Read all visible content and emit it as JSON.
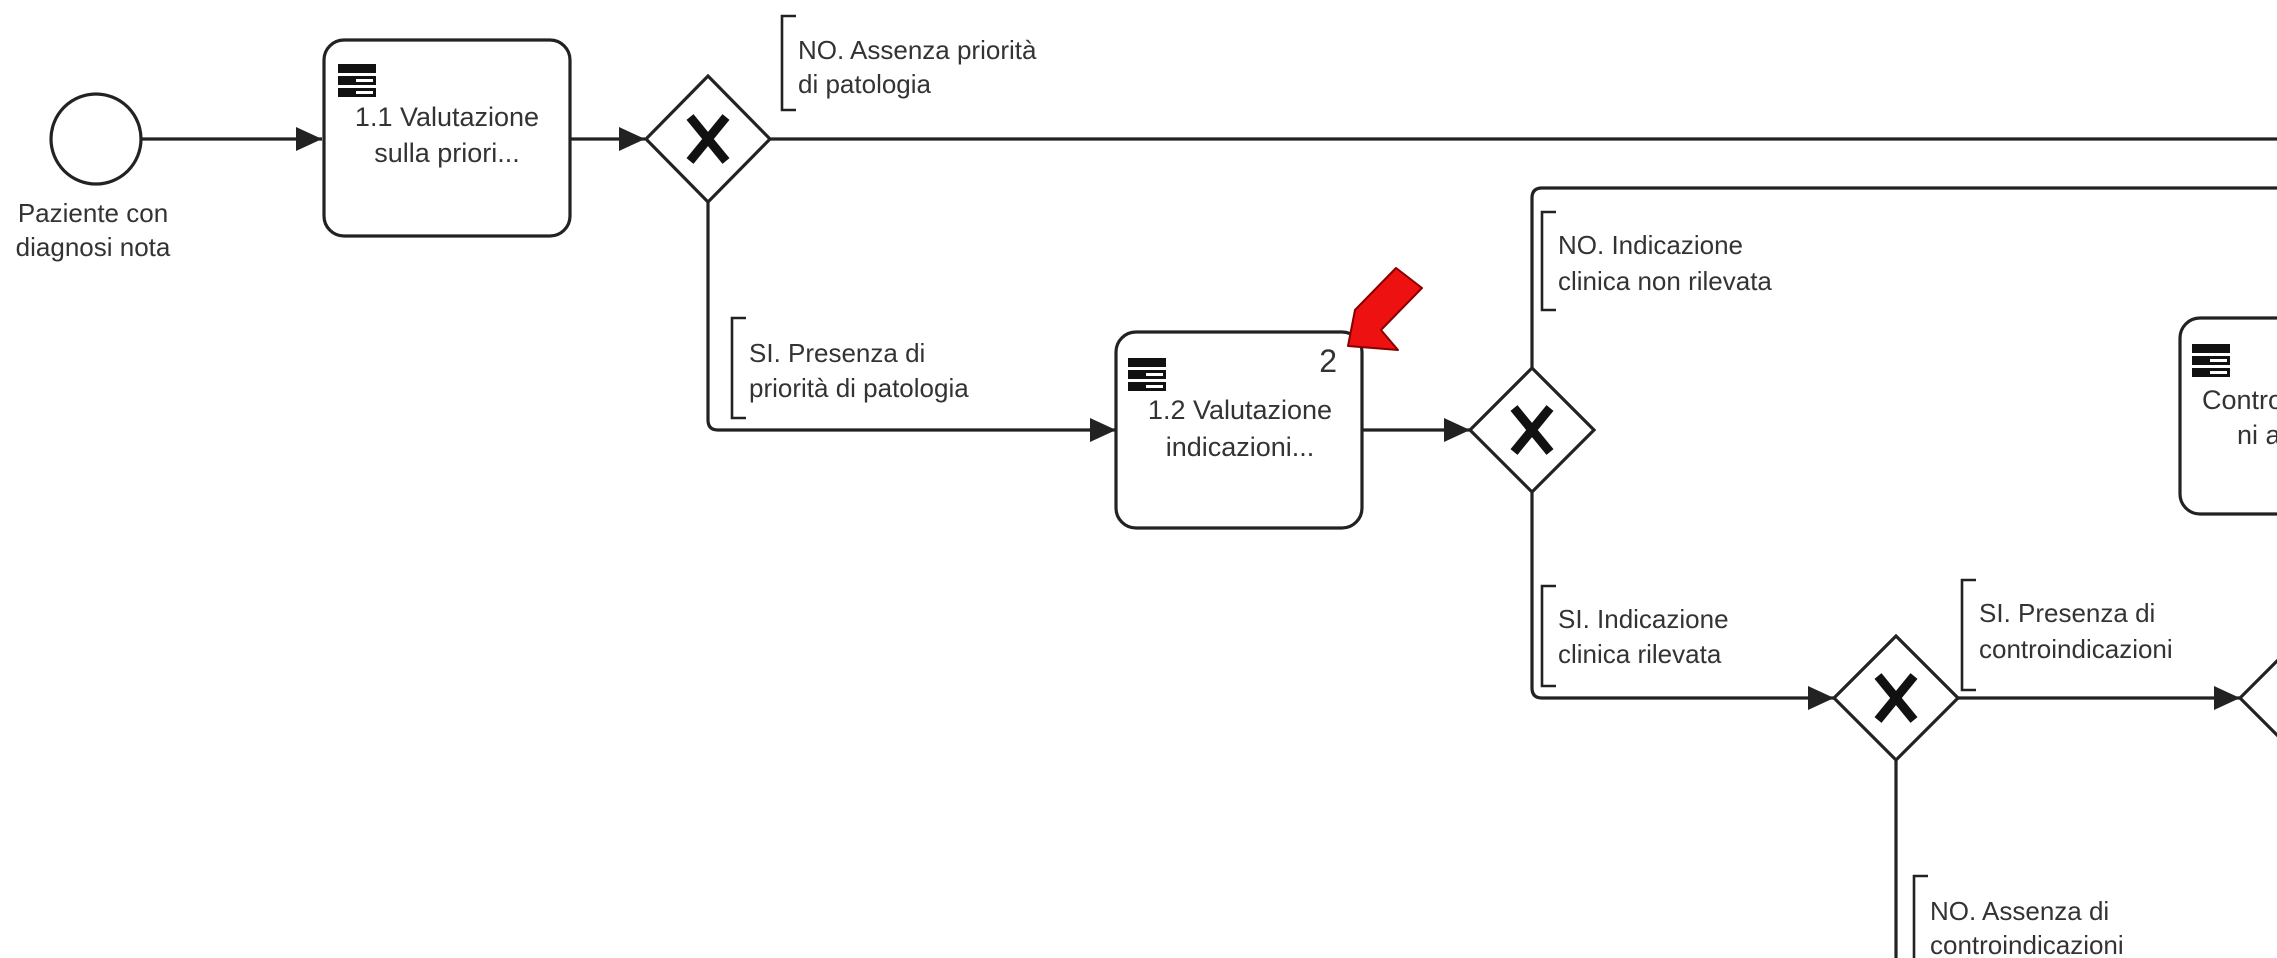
{
  "diagram": {
    "start_event": {
      "label_lines": [
        "Paziente con",
        "diagnosi nota"
      ]
    },
    "tasks": [
      {
        "id": "task-1-1",
        "label_lines": [
          "1.1 Valutazione",
          "sulla priori..."
        ]
      },
      {
        "id": "task-1-2",
        "label_lines": [
          "1.2 Valutazione",
          "indicazioni..."
        ],
        "badge": "2"
      },
      {
        "id": "task-partial",
        "label_lines": [
          "Contro",
          "ni a"
        ]
      }
    ],
    "flow_labels": [
      {
        "id": "no-assenza-priorita",
        "lines": [
          "NO. Assenza priorità",
          "di patologia"
        ]
      },
      {
        "id": "si-presenza-priorita",
        "lines": [
          "SI. Presenza di",
          "priorità di patologia"
        ]
      },
      {
        "id": "no-indicazione",
        "lines": [
          "NO. Indicazione",
          "clinica non rilevata"
        ]
      },
      {
        "id": "si-indicazione",
        "lines": [
          "SI. Indicazione",
          "clinica rilevata"
        ]
      },
      {
        "id": "si-controindicazioni",
        "lines": [
          "SI. Presenza di",
          "controindicazioni"
        ]
      },
      {
        "id": "no-controindicazioni",
        "lines": [
          "NO. Assenza di",
          "controindicazioni"
        ]
      }
    ],
    "colors": {
      "line": "#222222",
      "text": "#333333",
      "highlight_arrow": "#ee1111"
    }
  }
}
